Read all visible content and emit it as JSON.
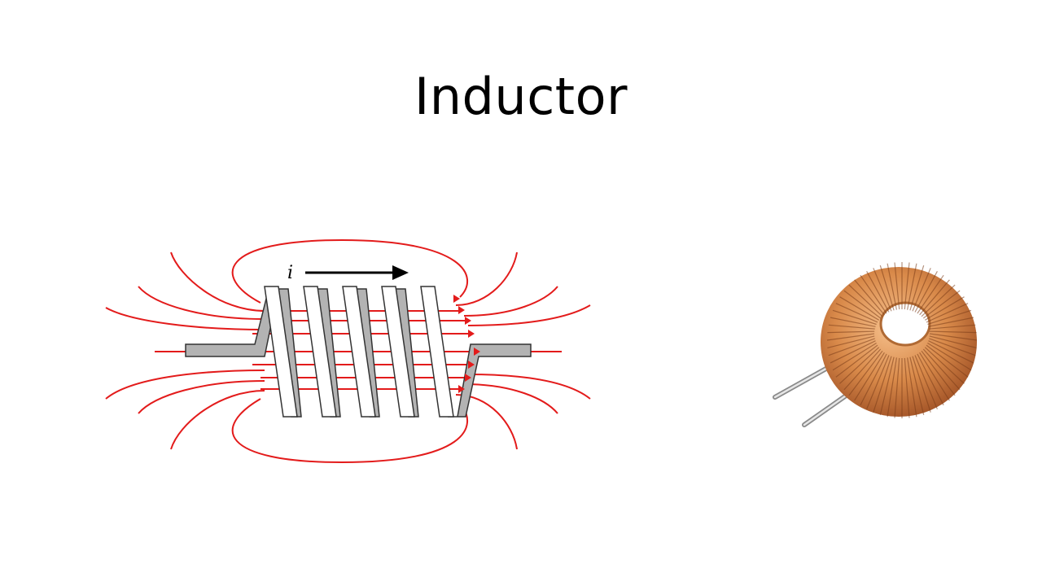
{
  "slide": {
    "title": "Inductor"
  },
  "solenoid": {
    "current_label": "i",
    "field_line_color": "#e31b1b",
    "wire_color": "#b3b3b3",
    "coil_color": "#ffffff",
    "outline_color": "#333333",
    "turns": 5
  },
  "toroid": {
    "copper_light": "#f3b27a",
    "copper_mid": "#d98a4a",
    "copper_dark": "#a8582a",
    "lead_color": "#c9c9c9"
  }
}
